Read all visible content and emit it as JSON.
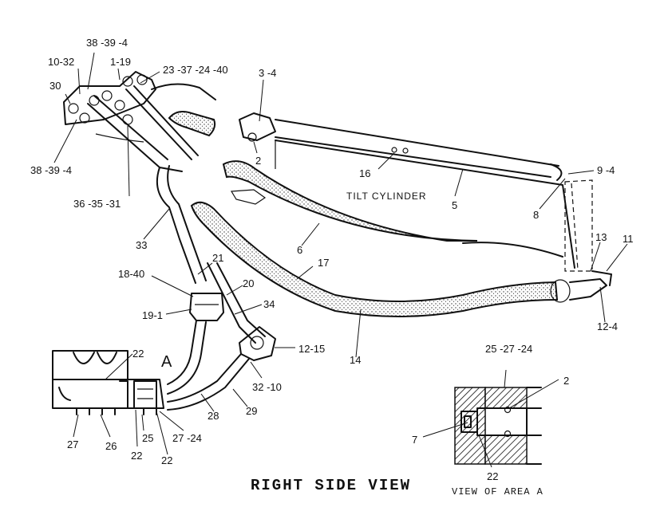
{
  "title": "RIGHT SIDE VIEW",
  "inset_title": "VIEW OF AREA A",
  "component_label": "TILT CYLINDER",
  "area_marker": "A",
  "callouts": {
    "c_10_32": "10-32",
    "c_38_39_4_top": "38 -39 -4",
    "c_1_19": "1-19",
    "c_23_37_24_40": "23 -37 -24 -40",
    "c_30": "30",
    "c_3_4": "3 -4",
    "c_2": "2",
    "c_38_39_4_left": "38 -39 -4",
    "c_16": "16",
    "c_9_4": "9 -4",
    "c_36_35_31": "36 -35 -31",
    "c_5": "5",
    "c_8": "8",
    "c_33": "33",
    "c_6": "6",
    "c_13": "13",
    "c_11": "11",
    "c_21": "21",
    "c_17": "17",
    "c_18_40": "18-40",
    "c_20": "20",
    "c_12_4": "12-4",
    "c_19_1": "19-1",
    "c_34": "34",
    "c_22_top": "22",
    "c_12_15": "12-15",
    "c_14": "14",
    "c_32_10": "32 -10",
    "c_28": "28",
    "c_29": "29",
    "c_27": "27",
    "c_26": "26",
    "c_25": "25",
    "c_22_bottom_a": "22",
    "c_22_bottom_b": "22",
    "c_27_24": "27 -24",
    "c_25_27_24": "25 -27 -24",
    "c_2_inset": "2",
    "c_7": "7",
    "c_22_inset": "22"
  }
}
